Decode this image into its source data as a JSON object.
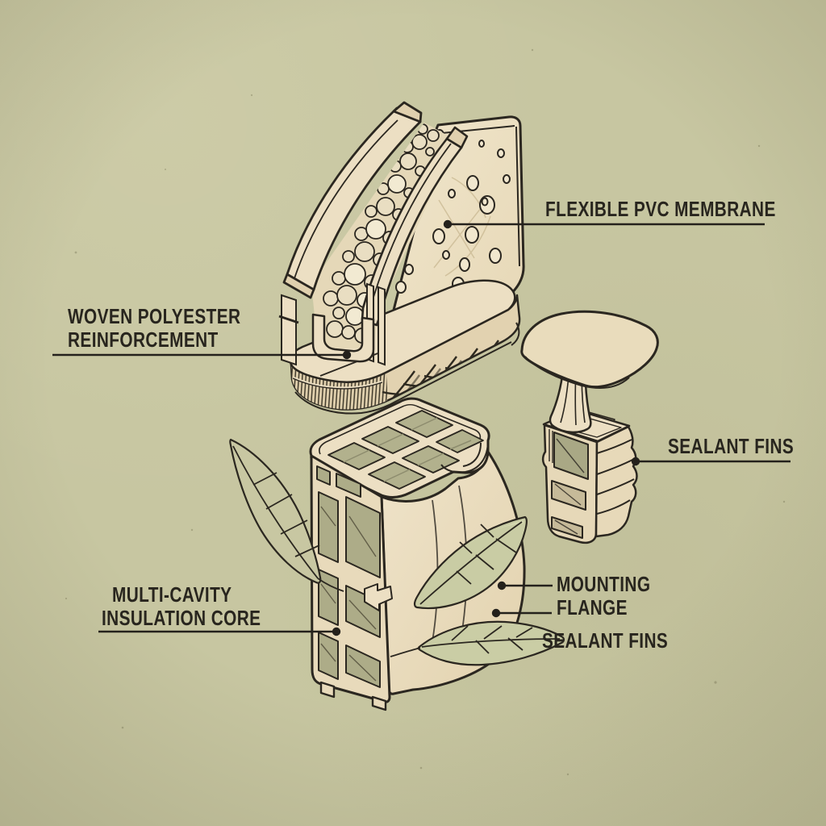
{
  "palette": {
    "background": "#c7c6a1",
    "outline": "#2b2720",
    "cream": "#ecdfc3",
    "cream_dark": "#e2d2b0",
    "olive_cavity": "#adac88",
    "tan_cavity": "#c6ba99",
    "leaf_fill": "#c9cca4",
    "text": "#28251e"
  },
  "labels": {
    "flexible_pvc_membrane": {
      "text": "FLEXIBLE PVC MEMBRANE"
    },
    "woven_polyester_reinforcement": {
      "line1": "WOVEN POLYESTER",
      "line2": "REINFORCEMENT"
    },
    "sealant_fins_right": {
      "text": "SEALANT FINS"
    },
    "multi_cavity_insulation_core": {
      "line1": "MULTI-CAVITY",
      "line2": "INSULATION CORE"
    },
    "mounting_flange": {
      "line1": "MOUNTING",
      "line2": "FLANGE"
    },
    "sealant_fins_bottom": {
      "text": "SEALANT FINS"
    }
  }
}
